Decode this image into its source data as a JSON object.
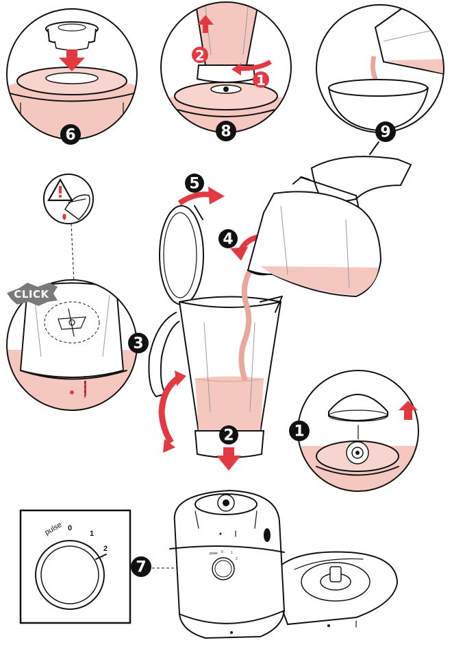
{
  "colors": {
    "accent_red": "#e23a43",
    "liquid_pink": "#f4c7bf",
    "outline": "#111111",
    "badge_black": "#111111"
  },
  "steps": {
    "step1": "1",
    "step2": "2",
    "step3": "3",
    "step4": "4",
    "step5": "5",
    "step6": "6",
    "step7": "7",
    "step8": "8",
    "step9": "9"
  },
  "substeps": {
    "step8_a": "1",
    "step8_b": "2"
  },
  "click_label": "CLICK",
  "warning_icon": "warning-triangle-icon",
  "dial": {
    "pulse": "pulse",
    "setting_0": "0",
    "setting_1": "1",
    "setting_2": "2"
  },
  "small_dial": {
    "pulse": "pulse",
    "setting_0": "0",
    "setting_1": "1",
    "setting_2": "2"
  }
}
